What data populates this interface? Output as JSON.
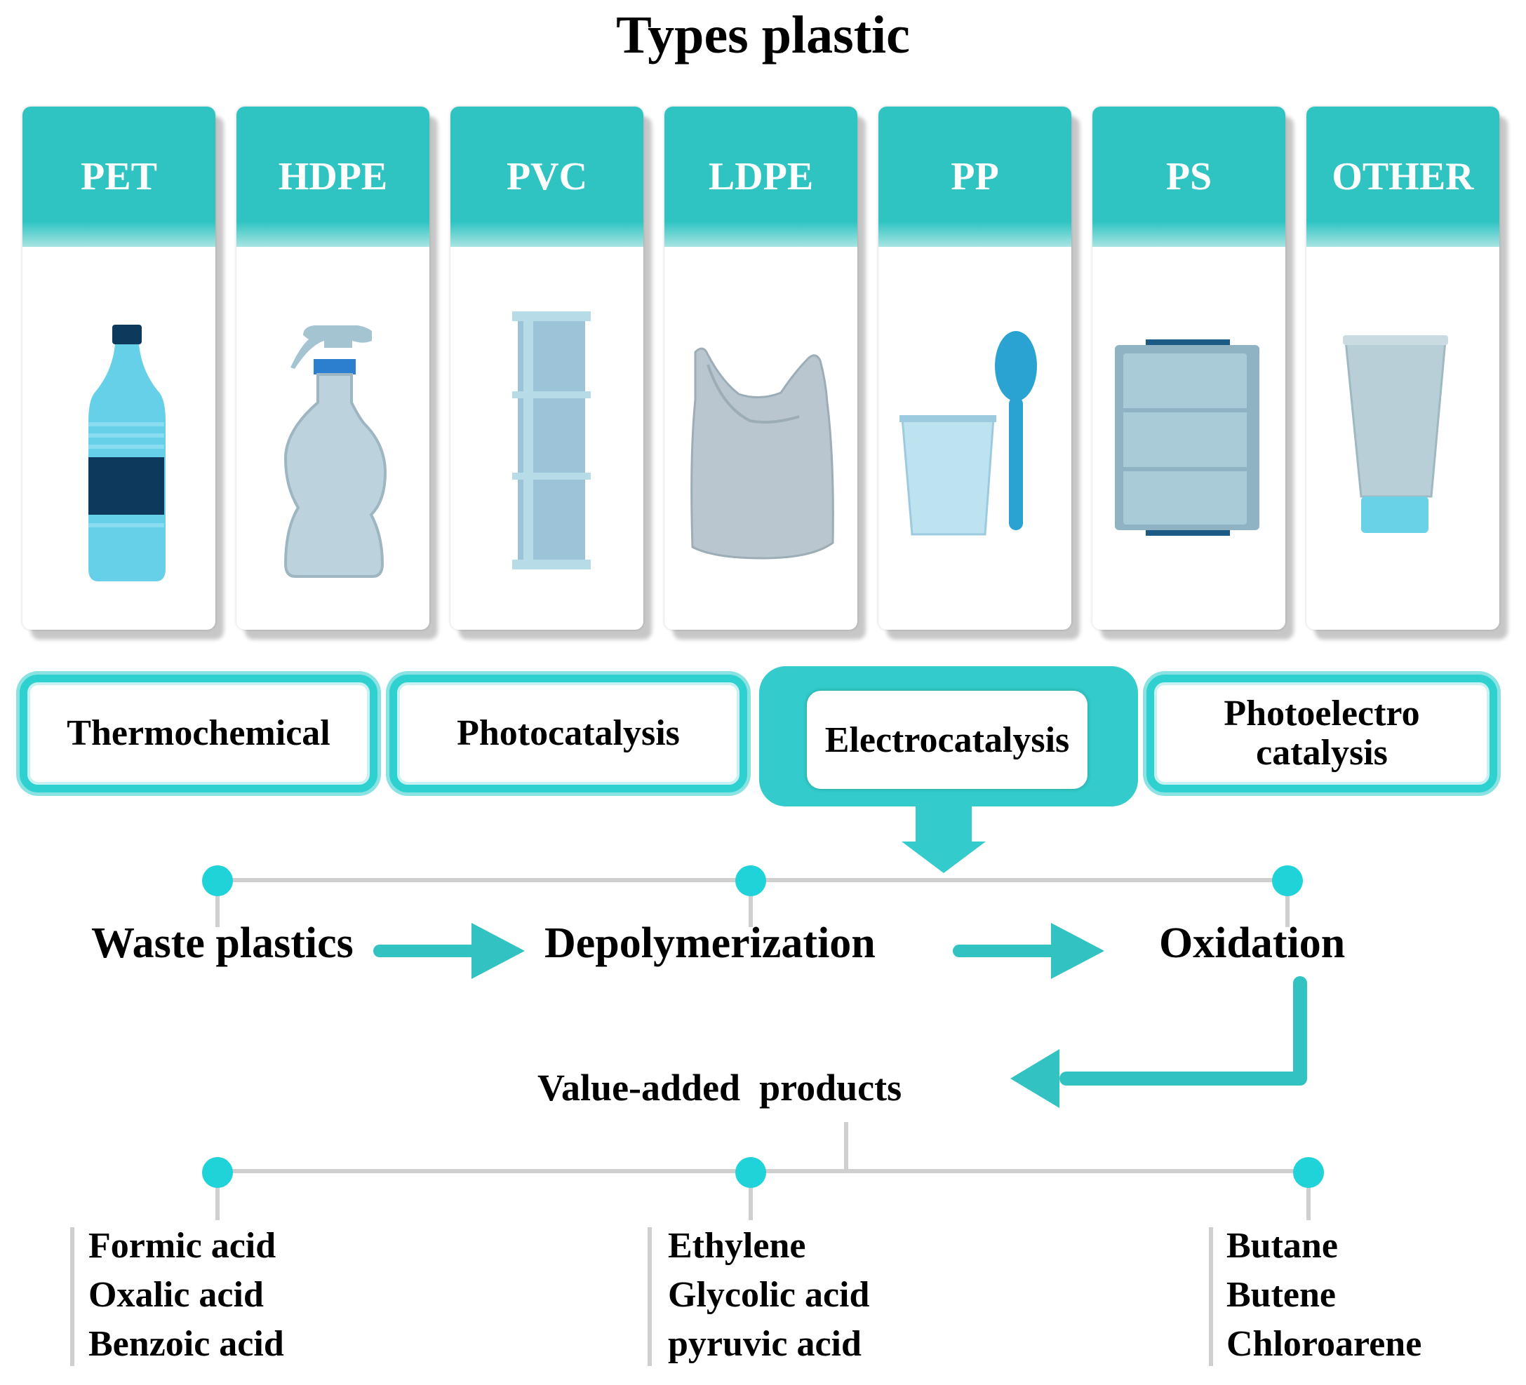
{
  "title": "Types plastic",
  "plastics": [
    {
      "label": "PET",
      "icon": "water-bottle-icon"
    },
    {
      "label": "HDPE",
      "icon": "spray-bottle-icon"
    },
    {
      "label": "PVC",
      "icon": "pipe-icon"
    },
    {
      "label": "LDPE",
      "icon": "plastic-bag-icon"
    },
    {
      "label": "PP",
      "icon": "cup-and-spoon-icon"
    },
    {
      "label": "PS",
      "icon": "food-container-icon"
    },
    {
      "label": "OTHER",
      "icon": "tube-icon"
    }
  ],
  "methods": [
    "Thermochemical",
    "Photocatalysis",
    "Electrocatalysis",
    "Photoelectro catalysis"
  ],
  "process": {
    "step1": "Waste plastics",
    "step2": "Depolymerization",
    "step3": "Oxidation"
  },
  "products": {
    "title": "Value-added  products",
    "col1": [
      "Formic acid",
      "Oxalic acid",
      "Benzoic acid"
    ],
    "col2": [
      "Ethylene",
      "Glycolic acid",
      "pyruvic acid"
    ],
    "col3": [
      "Butane",
      "Butene",
      "Chloroarene"
    ]
  },
  "colors": {
    "teal": "#2fc4c2",
    "dot": "#1fd3d8",
    "line": "#cfcfcf"
  }
}
